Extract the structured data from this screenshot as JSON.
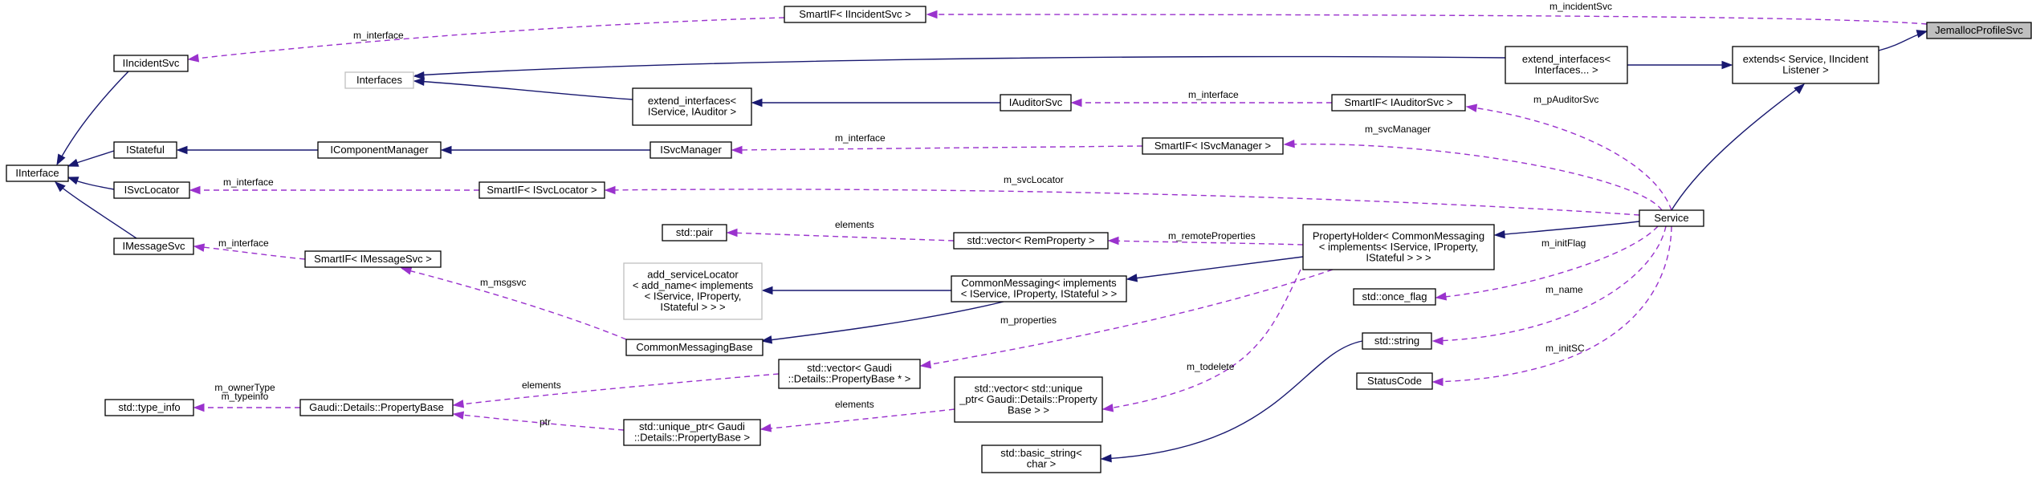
{
  "diagram": {
    "nodes": [
      {
        "id": "jemalloc",
        "lines": [
          "JemallocProfileSvc"
        ],
        "focus": true
      },
      {
        "id": "extends_service",
        "lines": [
          "extends< Service, IIncident",
          "Listener >"
        ]
      },
      {
        "id": "extend_interfaces_top",
        "lines": [
          "extend_interfaces<",
          "Interfaces... >"
        ]
      },
      {
        "id": "service",
        "lines": [
          "Service"
        ]
      },
      {
        "id": "smartif_incident",
        "lines": [
          "SmartIF< IIncidentSvc >"
        ]
      },
      {
        "id": "iincidentsvc",
        "lines": [
          "IIncidentSvc"
        ]
      },
      {
        "id": "interfaces",
        "lines": [
          "Interfaces"
        ],
        "gray": true
      },
      {
        "id": "extend_interfaces_mid",
        "lines": [
          "extend_interfaces<",
          "IService, IAuditor >"
        ]
      },
      {
        "id": "iauditorsvc",
        "lines": [
          "IAuditorSvc"
        ]
      },
      {
        "id": "smartif_auditor",
        "lines": [
          "SmartIF< IAuditorSvc >"
        ]
      },
      {
        "id": "iinterface",
        "lines": [
          "IInterface"
        ]
      },
      {
        "id": "istateful",
        "lines": [
          "IStateful"
        ]
      },
      {
        "id": "icomponentmanager",
        "lines": [
          "IComponentManager"
        ]
      },
      {
        "id": "isvcmanager",
        "lines": [
          "ISvcManager"
        ]
      },
      {
        "id": "smartif_svcmanager",
        "lines": [
          "SmartIF< ISvcManager >"
        ]
      },
      {
        "id": "isvclocator",
        "lines": [
          "ISvcLocator"
        ]
      },
      {
        "id": "smartif_svclocator",
        "lines": [
          "SmartIF< ISvcLocator >"
        ]
      },
      {
        "id": "imessagesvc",
        "lines": [
          "IMessageSvc"
        ]
      },
      {
        "id": "smartif_message",
        "lines": [
          "SmartIF< IMessageSvc >"
        ]
      },
      {
        "id": "std_pair",
        "lines": [
          "std::pair"
        ]
      },
      {
        "id": "vector_remprop",
        "lines": [
          "std::vector< RemProperty >"
        ]
      },
      {
        "id": "propertyholder",
        "lines": [
          "PropertyHolder< CommonMessaging",
          "< implements< IService, IProperty,",
          "IStateful > > >"
        ]
      },
      {
        "id": "add_servicelocator",
        "lines": [
          "add_serviceLocator",
          "< add_name< implements",
          "< IService, IProperty,",
          "IStateful > > >"
        ],
        "gray": true
      },
      {
        "id": "commonmessaging_impl",
        "lines": [
          "CommonMessaging< implements",
          "< IService, IProperty, IStateful > >"
        ]
      },
      {
        "id": "commonmessagingbase",
        "lines": [
          "CommonMessagingBase"
        ]
      },
      {
        "id": "std_once_flag",
        "lines": [
          "std::once_flag"
        ]
      },
      {
        "id": "std_string",
        "lines": [
          "std::string"
        ]
      },
      {
        "id": "statuscode",
        "lines": [
          "StatusCode"
        ]
      },
      {
        "id": "std_basic_string",
        "lines": [
          "std::basic_string<",
          "char >"
        ]
      },
      {
        "id": "std_type_info",
        "lines": [
          "std::type_info"
        ]
      },
      {
        "id": "propertybase",
        "lines": [
          "Gaudi::Details::PropertyBase"
        ]
      },
      {
        "id": "vector_propbase_ptr",
        "lines": [
          "std::vector< Gaudi",
          "::Details::PropertyBase * >"
        ]
      },
      {
        "id": "unique_ptr_propbase",
        "lines": [
          "std::unique_ptr< Gaudi",
          "::Details::PropertyBase >"
        ]
      },
      {
        "id": "vector_unique_ptr",
        "lines": [
          "std::vector< std::unique",
          "_ptr< Gaudi::Details::Property",
          "Base > >"
        ]
      }
    ],
    "edges": [
      {
        "from": "extends_service",
        "to": "jemalloc",
        "kind": "inherit",
        "labels": []
      },
      {
        "from": "smartif_incident",
        "to": "jemalloc",
        "kind": "use",
        "labels": [
          "m_incidentSvc"
        ]
      },
      {
        "from": "extend_interfaces_top",
        "to": "extends_service",
        "kind": "inherit",
        "labels": []
      },
      {
        "from": "service",
        "to": "extends_service",
        "kind": "inherit",
        "labels": []
      },
      {
        "from": "iincidentsvc",
        "to": "smartif_incident",
        "kind": "use",
        "labels": [
          "m_interface"
        ]
      },
      {
        "from": "interfaces",
        "to": "extend_interfaces_top",
        "kind": "inherit",
        "labels": []
      },
      {
        "from": "interfaces",
        "to": "extend_interfaces_mid",
        "kind": "inherit",
        "labels": []
      },
      {
        "from": "extend_interfaces_mid",
        "to": "iauditorsvc",
        "kind": "inherit",
        "labels": []
      },
      {
        "from": "iauditorsvc",
        "to": "smartif_auditor",
        "kind": "use",
        "labels": [
          "m_interface"
        ]
      },
      {
        "from": "smartif_auditor",
        "to": "service",
        "kind": "use",
        "labels": [
          "m_pAuditorSvc"
        ]
      },
      {
        "from": "iinterface",
        "to": "iincidentsvc",
        "kind": "inherit",
        "labels": []
      },
      {
        "from": "iinterface",
        "to": "istateful",
        "kind": "inherit",
        "labels": []
      },
      {
        "from": "iinterface",
        "to": "isvclocator",
        "kind": "inherit",
        "labels": []
      },
      {
        "from": "iinterface",
        "to": "imessagesvc",
        "kind": "inherit",
        "labels": []
      },
      {
        "from": "istateful",
        "to": "icomponentmanager",
        "kind": "inherit",
        "labels": []
      },
      {
        "from": "icomponentmanager",
        "to": "isvcmanager",
        "kind": "inherit",
        "labels": []
      },
      {
        "from": "isvcmanager",
        "to": "smartif_svcmanager",
        "kind": "use",
        "labels": [
          "m_interface"
        ]
      },
      {
        "from": "smartif_svcmanager",
        "to": "service",
        "kind": "use",
        "labels": [
          "m_svcManager"
        ]
      },
      {
        "from": "isvclocator",
        "to": "smartif_svclocator",
        "kind": "use",
        "labels": [
          "m_interface"
        ]
      },
      {
        "from": "smartif_svclocator",
        "to": "service",
        "kind": "use",
        "labels": [
          "m_svcLocator"
        ]
      },
      {
        "from": "imessagesvc",
        "to": "smartif_message",
        "kind": "use",
        "labels": [
          "m_interface"
        ]
      },
      {
        "from": "smartif_message",
        "to": "commonmessagingbase",
        "kind": "use",
        "labels": [
          "m_msgsvc"
        ]
      },
      {
        "from": "propertyholder",
        "to": "service",
        "kind": "inherit",
        "labels": []
      },
      {
        "from": "std_once_flag",
        "to": "service",
        "kind": "use",
        "labels": [
          "m_initFlag"
        ]
      },
      {
        "from": "std_string",
        "to": "service",
        "kind": "use",
        "labels": [
          "m_name"
        ]
      },
      {
        "from": "statuscode",
        "to": "service",
        "kind": "use",
        "labels": [
          "m_initSC"
        ]
      },
      {
        "from": "std_pair",
        "to": "vector_remprop",
        "kind": "use",
        "labels": [
          "elements"
        ]
      },
      {
        "from": "vector_remprop",
        "to": "propertyholder",
        "kind": "use",
        "labels": [
          "m_remoteProperties"
        ]
      },
      {
        "from": "commonmessaging_impl",
        "to": "propertyholder",
        "kind": "inherit",
        "labels": []
      },
      {
        "from": "vector_propbase_ptr",
        "to": "propertyholder",
        "kind": "use",
        "labels": [
          "m_properties"
        ]
      },
      {
        "from": "vector_unique_ptr",
        "to": "propertyholder",
        "kind": "use",
        "labels": [
          "m_todelete"
        ]
      },
      {
        "from": "add_servicelocator",
        "to": "commonmessaging_impl",
        "kind": "inherit",
        "labels": []
      },
      {
        "from": "commonmessagingbase",
        "to": "commonmessaging_impl",
        "kind": "inherit",
        "labels": []
      },
      {
        "from": "std_basic_string",
        "to": "std_string",
        "kind": "inherit",
        "labels": []
      },
      {
        "from": "propertybase",
        "to": "vector_propbase_ptr",
        "kind": "use",
        "labels": [
          "elements"
        ]
      },
      {
        "from": "propertybase",
        "to": "unique_ptr_propbase",
        "kind": "use",
        "labels": [
          "ptr"
        ]
      },
      {
        "from": "unique_ptr_propbase",
        "to": "vector_unique_ptr",
        "kind": "use",
        "labels": [
          "elements"
        ]
      },
      {
        "from": "std_type_info",
        "to": "propertybase",
        "kind": "use",
        "labels": [
          "m_ownerType",
          "m_typeinfo"
        ]
      }
    ]
  }
}
